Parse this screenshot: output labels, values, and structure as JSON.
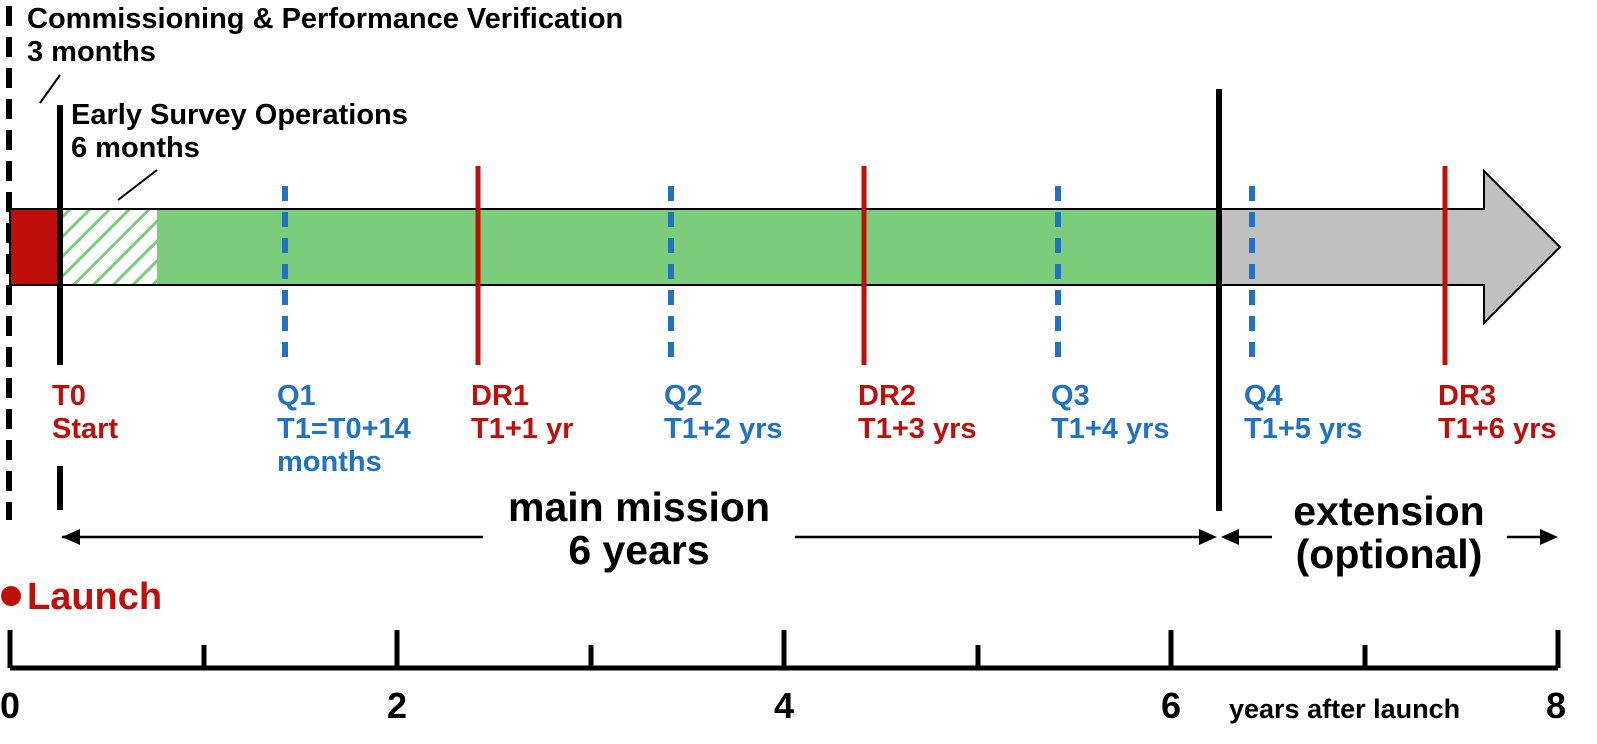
{
  "colors": {
    "red": "#c00f0a",
    "blue": "#1f72c4",
    "green": "#7bcd7b",
    "grey": "#c0c0c0",
    "black": "#000000"
  },
  "commissioning": {
    "title": "Commissioning & Performance Verification",
    "duration": "3 months"
  },
  "early_survey": {
    "title": "Early Survey Operations",
    "duration": "6 months"
  },
  "milestones": [
    {
      "id": "t0",
      "type": "start",
      "line1": "T0",
      "line2": "Start",
      "line3": ""
    },
    {
      "id": "q1",
      "type": "quick",
      "line1": "Q1",
      "line2": "T1=T0+14",
      "line3": "months"
    },
    {
      "id": "dr1",
      "type": "release",
      "line1": "DR1",
      "line2": "T1+1 yr",
      "line3": ""
    },
    {
      "id": "q2",
      "type": "quick",
      "line1": "Q2",
      "line2": "T1+2 yrs",
      "line3": ""
    },
    {
      "id": "dr2",
      "type": "release",
      "line1": "DR2",
      "line2": "T1+3 yrs",
      "line3": ""
    },
    {
      "id": "q3",
      "type": "quick",
      "line1": "Q3",
      "line2": "T1+4 yrs",
      "line3": ""
    },
    {
      "id": "q4",
      "type": "quick",
      "line1": "Q4",
      "line2": "T1+5 yrs",
      "line3": ""
    },
    {
      "id": "dr3",
      "type": "release",
      "line1": "DR3",
      "line2": "T1+6 yrs",
      "line3": ""
    }
  ],
  "main_mission": {
    "line1": "main mission",
    "line2": "6 years"
  },
  "extension": {
    "line1": "extension",
    "line2": "(optional)"
  },
  "launch": {
    "label": "Launch"
  },
  "axis": {
    "labels": [
      "0",
      "2",
      "4",
      "6",
      "8"
    ],
    "unit": "years after launch"
  }
}
